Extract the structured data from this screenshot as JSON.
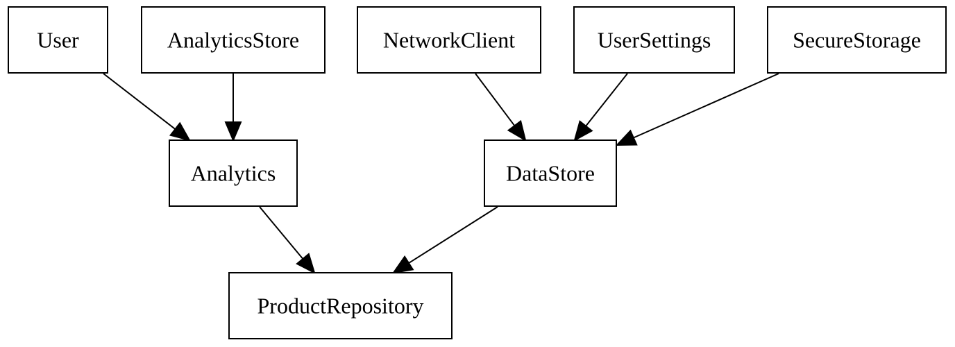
{
  "diagram": {
    "type": "directed-graph",
    "colors": {
      "background": "#ffffff",
      "stroke": "#000000",
      "text": "#000000"
    },
    "nodes": [
      {
        "id": "user",
        "label": "User"
      },
      {
        "id": "analytics_store",
        "label": "AnalyticsStore"
      },
      {
        "id": "network_client",
        "label": "NetworkClient"
      },
      {
        "id": "user_settings",
        "label": "UserSettings"
      },
      {
        "id": "secure_storage",
        "label": "SecureStorage"
      },
      {
        "id": "analytics",
        "label": "Analytics"
      },
      {
        "id": "data_store",
        "label": "DataStore"
      },
      {
        "id": "product_repository",
        "label": "ProductRepository"
      }
    ],
    "edges": [
      {
        "from": "user",
        "to": "analytics"
      },
      {
        "from": "analytics_store",
        "to": "analytics"
      },
      {
        "from": "network_client",
        "to": "data_store"
      },
      {
        "from": "user_settings",
        "to": "data_store"
      },
      {
        "from": "secure_storage",
        "to": "data_store"
      },
      {
        "from": "analytics",
        "to": "product_repository"
      },
      {
        "from": "data_store",
        "to": "product_repository"
      }
    ]
  }
}
